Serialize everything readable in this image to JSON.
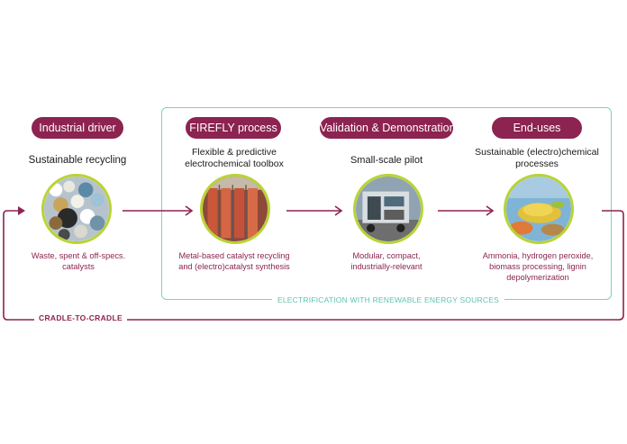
{
  "stages": [
    {
      "pill": "Industrial driver",
      "title": "Sustainable recycling",
      "desc": "Waste, spent & off-specs. catalysts",
      "image_icon": "catalyst-pellets-photo"
    },
    {
      "pill": "FIREFLY process",
      "title": "Flexible & predictive electrochemical toolbox",
      "desc": "Metal-based catalyst recycling and (electro)catalyst synthesis",
      "image_icon": "electrochemical-cells-photo"
    },
    {
      "pill": "Validation & Demonstration",
      "title": "Small-scale pilot",
      "desc": "Modular, compact, industrially-relevant",
      "image_icon": "pilot-container-photo"
    },
    {
      "pill": "End-uses",
      "title": "Sustainable (electro)chemical processes",
      "desc": "Ammonia, hydrogen peroxide, biomass processing, lignin depolymerization",
      "image_icon": "chemical-products-photo"
    }
  ],
  "loop_labels": {
    "electrification": "ELECTRIFICATION WITH RENEWABLE ENERGY SOURCES",
    "cradle": "CRADLE-TO-CRADLE"
  },
  "colors": {
    "accent": "#8c2350",
    "frame": "#7ed1bf",
    "circle_ring": "#b8d433"
  }
}
